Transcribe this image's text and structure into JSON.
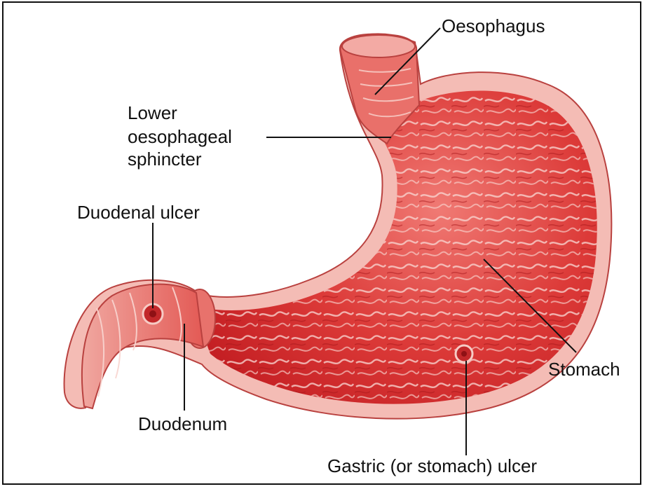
{
  "diagram": {
    "labels": {
      "oesophagus": "Oesophagus",
      "sphincter_line1": "Lower",
      "sphincter_line2": "oesophageal",
      "sphincter_line3": "sphincter",
      "duodenal_ulcer": "Duodenal ulcer",
      "stomach": "Stomach",
      "duodenum": "Duodenum",
      "gastric_ulcer": "Gastric (or stomach) ulcer"
    },
    "colors": {
      "tissue_outer": "#f3b8b2",
      "tissue_mid": "#e8655f",
      "tissue_deep": "#c81e22",
      "fold": "#f7d7d2",
      "ulcer": "#b0181c",
      "leader": "#111111"
    }
  }
}
